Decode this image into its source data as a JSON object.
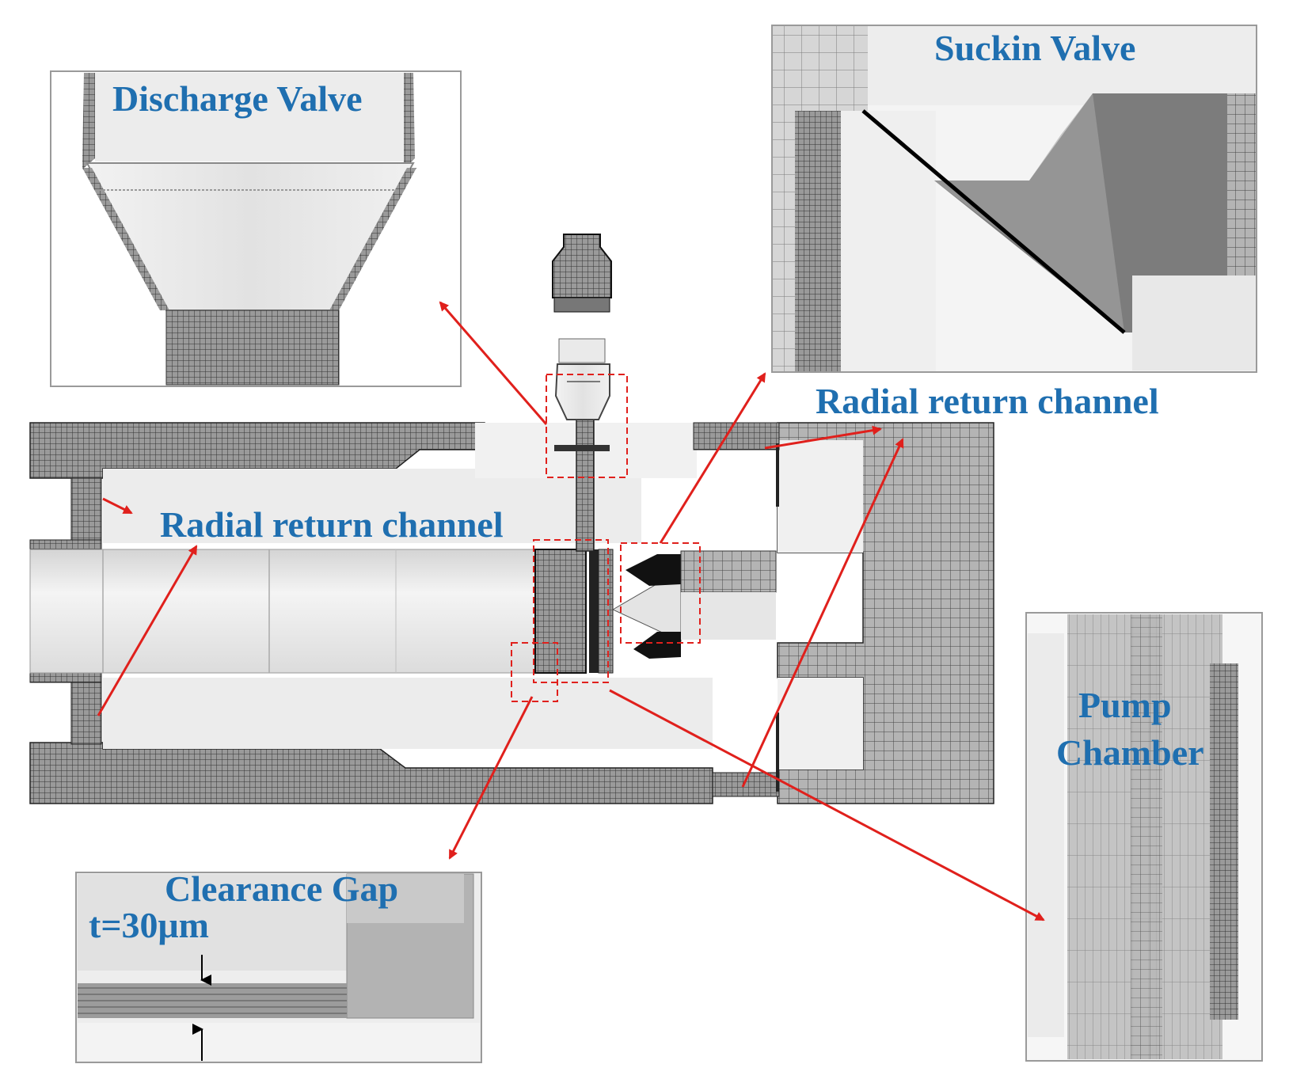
{
  "labels": {
    "discharge_valve": "Discharge Valve",
    "suckin_valve": "Suckin Valve",
    "radial_return_top": "Radial return channel",
    "radial_return_left": "Radial return channel",
    "pump_chamber_line1": "Pump",
    "pump_chamber_line2": "Chamber",
    "clearance_gap": "Clearance Gap",
    "thickness": "t=30μm"
  },
  "colors": {
    "label_blue": "#1f6fb0",
    "arrow_red": "#e0201c",
    "mesh_dark": "#3a3a3a",
    "mesh_fill": "#8c8c8c",
    "fluid_light": "#e9e9e9",
    "panel_border": "#9a9a9a"
  }
}
